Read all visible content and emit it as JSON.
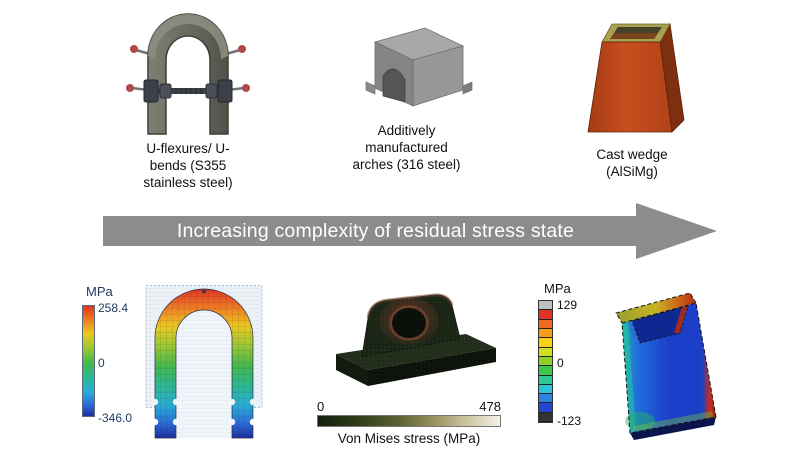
{
  "figure": {
    "specimens": [
      {
        "caption": "U-flexures/ U-bends (S355 stainless steel)"
      },
      {
        "caption": "Additively manufactured arches (316 steel)"
      },
      {
        "caption": "Cast wedge (AlSiMg)"
      }
    ],
    "arrow": {
      "label": "Increasing complexity of residual stress state",
      "color": "#8c8c8c",
      "text_color": "#ffffff"
    },
    "fea": {
      "ubend_colorbar": {
        "title": "MPa",
        "tick_max": "258.4",
        "tick_mid": "0",
        "tick_min": "-346.0"
      },
      "arch_colorbar": {
        "tick_min": "0",
        "tick_max": "478",
        "caption": "Von Mises stress (MPa)"
      },
      "wedge_colorbar": {
        "title": "MPa",
        "tick_max": "129",
        "tick_mid": "0",
        "tick_min": "-123"
      }
    },
    "colors": {
      "arrow": "#8c8c8c",
      "steel_gray": "#6f6e64",
      "am_gray": "#8e8e8e",
      "cast_orange": "#c14a1e",
      "fea_max_red": "#e03422",
      "fea_min_blue": "#1c2fa0"
    }
  }
}
